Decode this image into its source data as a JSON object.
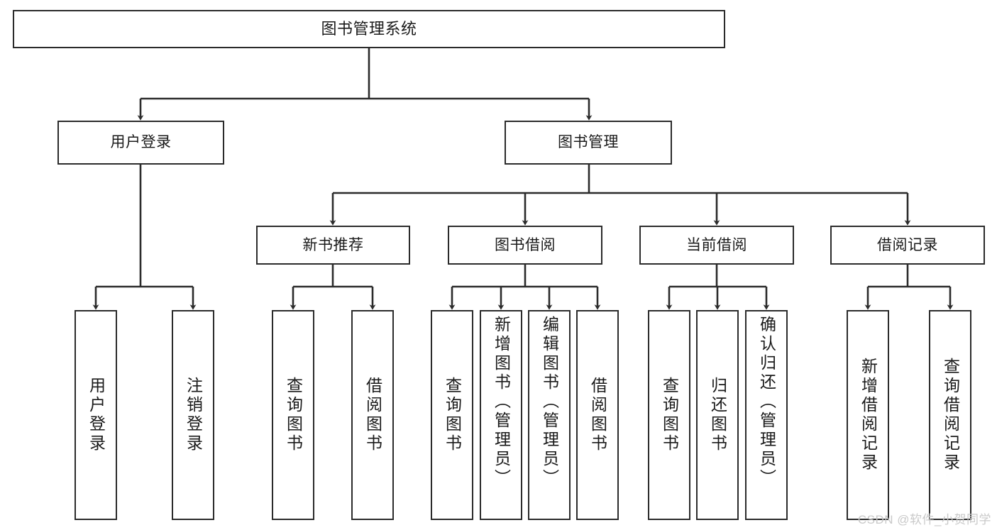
{
  "diagram": {
    "title": "图书管理系统",
    "type": "hierarchy-tree",
    "stroke_color": "#2b2b2b",
    "fill_color": "#ffffff",
    "text_color": "#1a1a1a"
  },
  "root": {
    "label": "图书管理系统"
  },
  "level2": [
    {
      "label": "用户登录"
    },
    {
      "label": "图书管理"
    }
  ],
  "level3": [
    {
      "label": "新书推荐"
    },
    {
      "label": "图书借阅"
    },
    {
      "label": "当前借阅"
    },
    {
      "label": "借阅记录"
    }
  ],
  "leaves": {
    "user_login": [
      {
        "label": "用户登录"
      },
      {
        "label": "注销登录"
      }
    ],
    "new_book": [
      {
        "label": "查询图书"
      },
      {
        "label": "借阅图书"
      }
    ],
    "book_borrow": [
      {
        "label": "查询图书"
      },
      {
        "label": "新增图书（管理员）"
      },
      {
        "label": "编辑图书（管理员）"
      },
      {
        "label": "借阅图书"
      }
    ],
    "current_borrow": [
      {
        "label": "查询图书"
      },
      {
        "label": "归还图书"
      },
      {
        "label": "确认归还（管理员）"
      }
    ],
    "borrow_record": [
      {
        "label": "新增借阅记录"
      },
      {
        "label": "查询借阅记录"
      }
    ]
  },
  "watermark": {
    "text": "CSDN @软件_小贺同学"
  }
}
